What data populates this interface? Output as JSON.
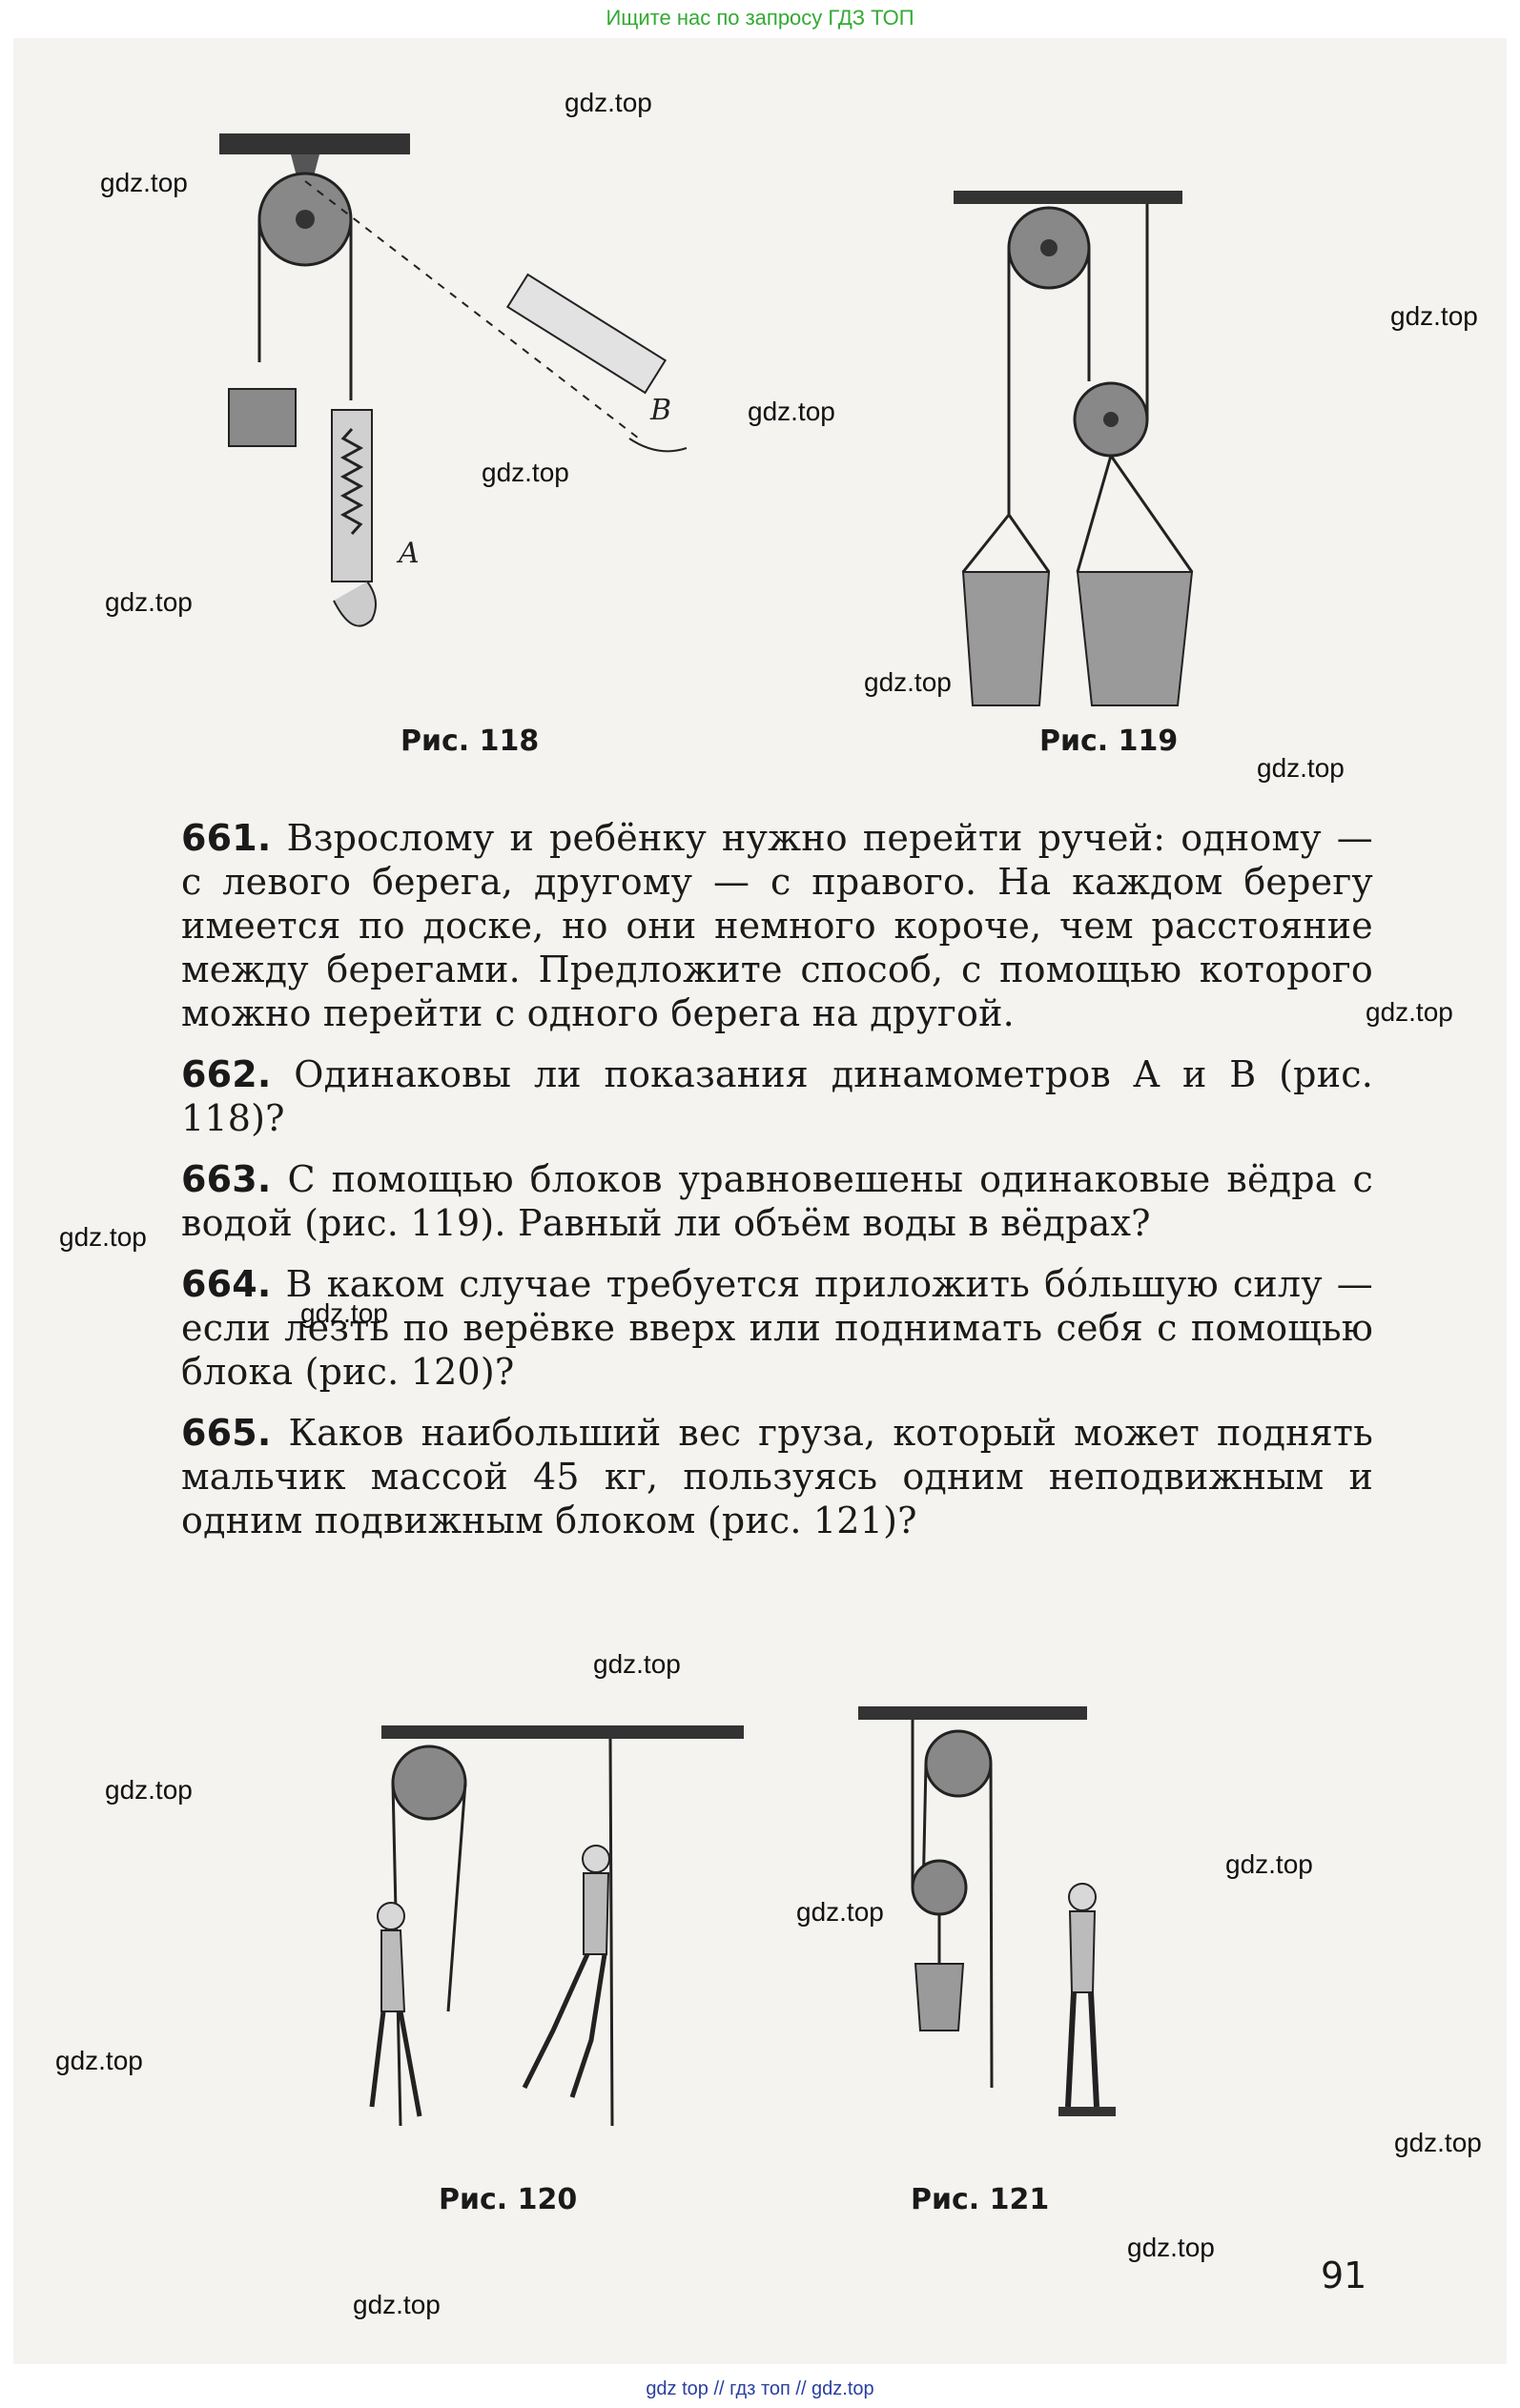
{
  "header": {
    "banner": "Ищите нас по запросу ГДЗ ТОП"
  },
  "footer": {
    "banner": "gdz top  //  гдз топ  //  gdz.top"
  },
  "watermark": "gdz.top",
  "figures": {
    "fig118": {
      "caption": "Рис. 118",
      "label_a": "A",
      "label_b": "B"
    },
    "fig119": {
      "caption": "Рис. 119"
    },
    "fig120": {
      "caption": "Рис. 120"
    },
    "fig121": {
      "caption": "Рис. 121"
    }
  },
  "problems": [
    {
      "number": "661.",
      "text": "Взрослому и ребёнку нужно перейти ручей: одному — с левого берега, другому — с правого. На каждом берегу имеется по доске, но они немного короче, чем расстояние между берегами. Предложите способ, с помощью которого можно перейти с одного берега на другой."
    },
    {
      "number": "662.",
      "text": "Одинаковы ли показания динамометров A и B (рис. 118)?"
    },
    {
      "number": "663.",
      "text": "С помощью блоков уравновешены одинаковые вёдра с водой (рис. 119). Равный ли объём воды в вёдрах?"
    },
    {
      "number": "664.",
      "text": "В каком случае требуется приложить бóльшую силу — если лезть по верёвке вверх или поднимать себя с помощью блока (рис. 120)?"
    },
    {
      "number": "665.",
      "text": "Каков наибольший вес груза, который может поднять мальчик массой 45 кг, пользуясь одним неподвижным и одним подвижным блоком (рис. 121)?"
    }
  ],
  "page_number": "91"
}
